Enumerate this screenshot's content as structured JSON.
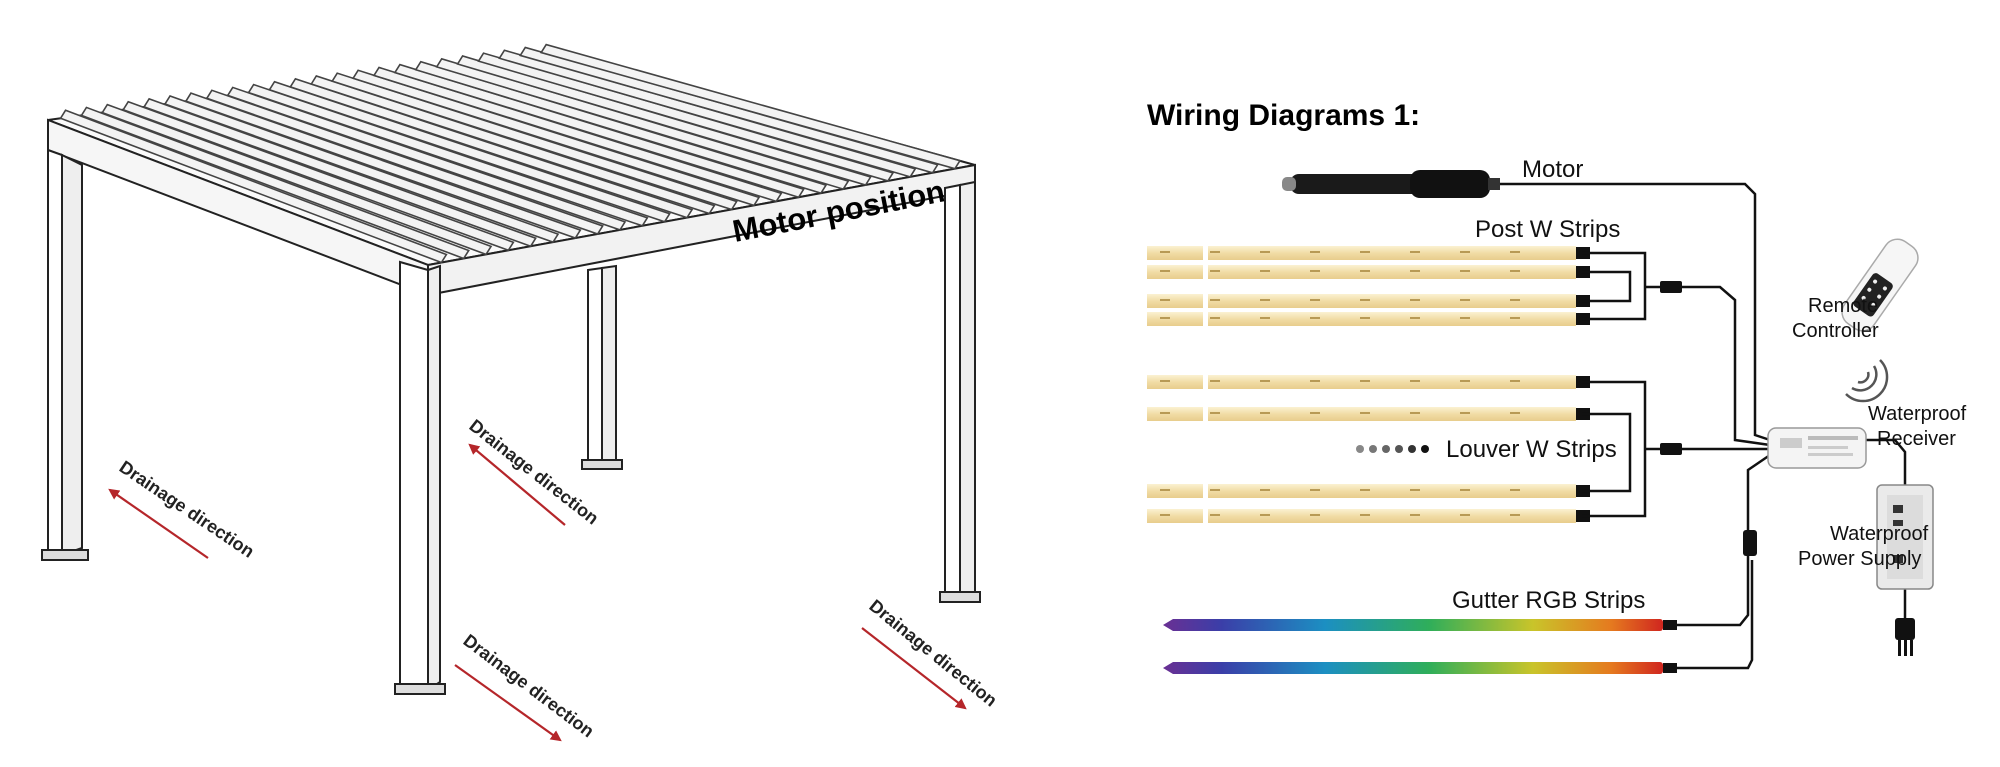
{
  "pergola": {
    "motor_label": "Motor position",
    "drain_labels": [
      "Drainage direction",
      "Drainage direction",
      "Drainage direction",
      "Drainage direction"
    ]
  },
  "wiring": {
    "title": "Wiring Diagrams 1:",
    "motor": "Motor",
    "post_strips": "Post W Strips",
    "louver_strips": "Louver W Strips",
    "gutter_strips": "Gutter RGB Strips",
    "remote_line1": "Remote",
    "remote_line2": "Controller",
    "receiver_line1": "Waterproof",
    "receiver_line2": "Receiver",
    "psu_line1": "Waterproof",
    "psu_line2": "Power Supply"
  },
  "colors": {
    "strip_warm": "#f4e2b4",
    "wire": "#111111",
    "drain_arrow": "#b5262a",
    "line_art": "#222222"
  }
}
